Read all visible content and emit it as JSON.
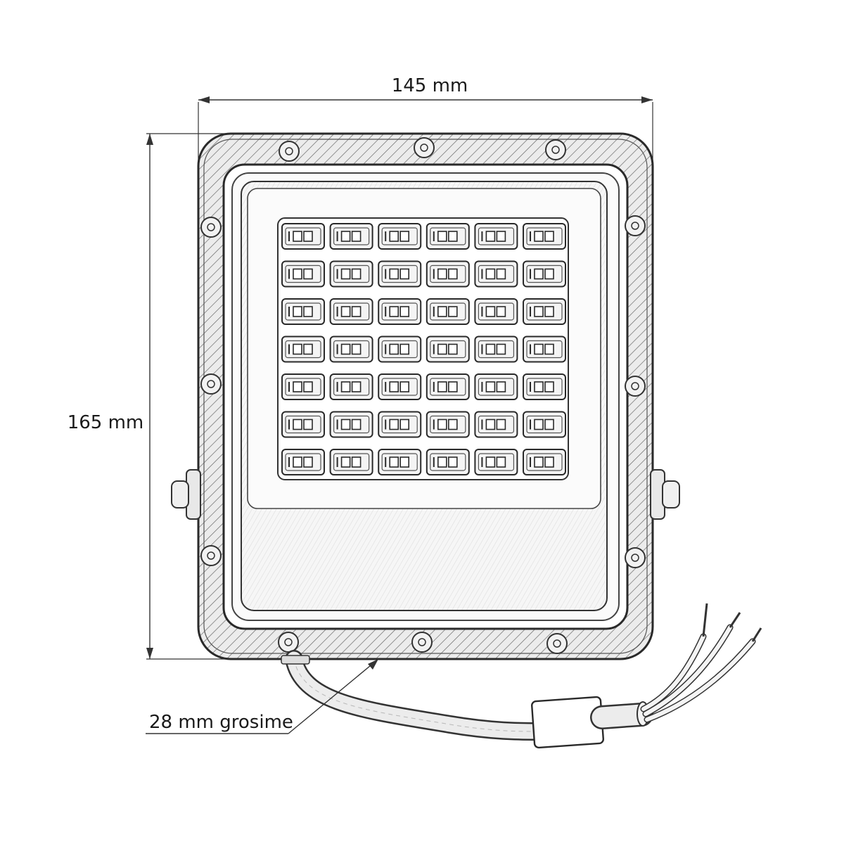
{
  "dimensions": {
    "width_label": "145 mm",
    "height_label": "165 mm",
    "thickness_label": "28 mm grosime"
  },
  "led_grid": {
    "rows": 7,
    "columns": 6
  },
  "colors": {
    "line": "#2a2a2a",
    "frame_fill": "#e9e9e9",
    "led_fill": "#f4f4f4",
    "background": "#ffffff"
  }
}
